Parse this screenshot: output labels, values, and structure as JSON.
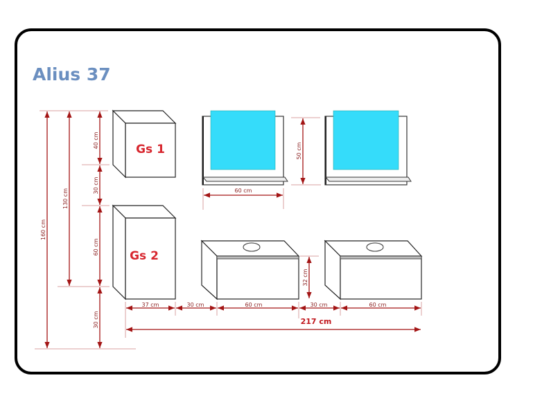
{
  "title": "Alius 37",
  "modules": {
    "gs1": "Gs 1",
    "gs2": "Gs 2"
  },
  "dimensions": {
    "total_height": "160 cm",
    "height_130": "130 cm",
    "gs1_height": "40 cm",
    "gap_between": "30 cm",
    "gs2_height": "60 cm",
    "floor_gap": "30 cm",
    "mirror_width": "60 cm",
    "mirror_height": "50 cm",
    "cabinet_height": "32 cm",
    "bottom": [
      "37 cm",
      "30 cm",
      "60 cm",
      "30 cm",
      "60 cm"
    ],
    "total_width": "217 cm"
  },
  "colors": {
    "dimension": "#a31515",
    "mirror": "#35dcfa",
    "title": "#6b8fc0",
    "label": "#d7262e"
  }
}
